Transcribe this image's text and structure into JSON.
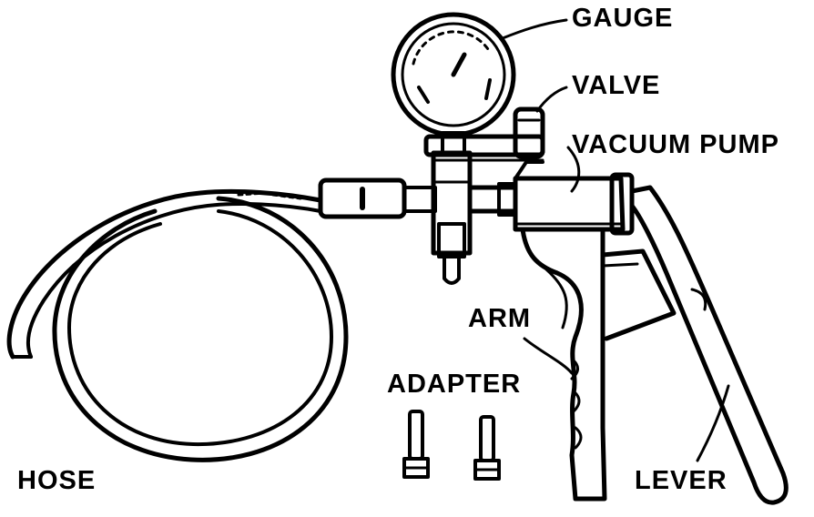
{
  "labels": {
    "gauge": "GAUGE",
    "valve": "VALVE",
    "vacuum_pump": "VACUUM PUMP",
    "arm": "ARM",
    "adapter": "ADAPTER",
    "hose": "HOSE",
    "lever": "LEVER"
  },
  "colors": {
    "ink": "#000000",
    "paper": "#ffffff"
  }
}
